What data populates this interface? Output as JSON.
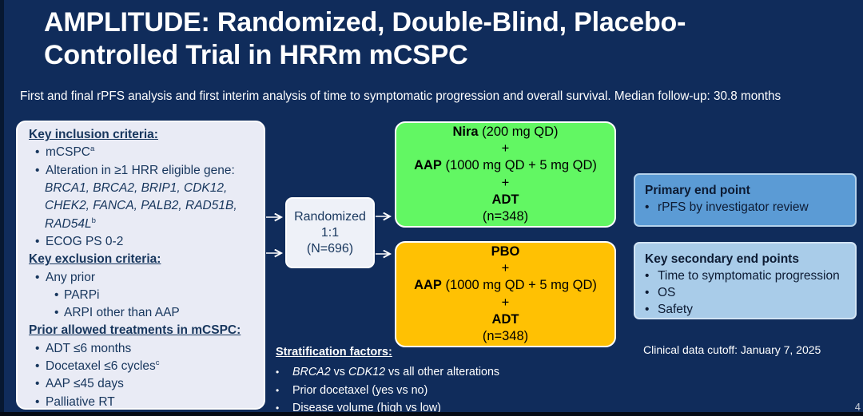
{
  "colors": {
    "background": "#102C5B",
    "criteria_box_fill": "#E9EBF5",
    "nira_box_fill": "#62F763",
    "pbo_box_fill": "#FFC103",
    "primary_box_fill": "#5B9BD5",
    "secondary_box_fill": "#A9CCE9",
    "dark_navy_text": "#17365D",
    "arrow_color": "#FFFFFF"
  },
  "header": {
    "title": "AMPLITUDE: Randomized, Double-Blind, Placebo-Controlled Trial in HRRm mCSPC",
    "subtitle": "First and final rPFS analysis and first interim analysis of time to symptomatic progression and overall survival. Median follow-up: 30.8 months"
  },
  "criteria_panel": {
    "inclusion": {
      "heading": "Key inclusion criteria:",
      "item_mcspc": {
        "text": "mCSPC",
        "sup": "a"
      },
      "item_alteration": {
        "text": "Alteration in ≥1 HRR eligible gene:",
        "genes_line1": "BRCA1, BRCA2, BRIP1, CDK12,",
        "genes_line2": "CHEK2, FANCA, PALB2, RAD51B,",
        "genes_line3": "RAD54L",
        "sup": "b"
      },
      "item_ecog": "ECOG PS 0-2"
    },
    "exclusion": {
      "heading": "Key exclusion criteria:",
      "item_any_prior": "Any prior",
      "sub_items": [
        {
          "text": "PARPi"
        },
        {
          "text": "ARPI other than AAP"
        }
      ]
    },
    "prior_allowed": {
      "heading": "Prior allowed treatments in mCSPC:",
      "items": [
        {
          "text": "ADT ≤6 months",
          "sup": ""
        },
        {
          "text": "Docetaxel ≤6 cycles",
          "sup": "c"
        },
        {
          "text": "AAP ≤45 days",
          "sup": ""
        },
        {
          "text": "Palliative RT",
          "sup": ""
        }
      ]
    }
  },
  "randomization": {
    "line1": "Randomized",
    "line2": "1:1",
    "line3": "(N=696)"
  },
  "arms": {
    "nira": {
      "drug1_bold": "Nira",
      "drug1_rest": " (200 mg QD)",
      "plus1": "+",
      "drug2_bold": "AAP",
      "drug2_rest": " (1000 mg QD + 5 mg QD)",
      "plus2": "+",
      "drug3_bold": "ADT",
      "n_label": "(n=348)"
    },
    "pbo": {
      "drug1_bold": "PBO",
      "drug1_rest": "",
      "plus1": "+",
      "drug2_bold": "AAP",
      "drug2_rest": " (1000 mg QD + 5 mg QD)",
      "plus2": "+",
      "drug3_bold": "ADT",
      "n_label": "(n=348)"
    }
  },
  "endpoints": {
    "primary": {
      "heading": "Primary end point",
      "items": [
        {
          "text": "rPFS by investigator review"
        }
      ]
    },
    "secondary": {
      "heading": "Key secondary end points",
      "items": [
        {
          "text": "Time to symptomatic progression"
        },
        {
          "text": "OS"
        },
        {
          "text": "Safety"
        }
      ]
    }
  },
  "stratification": {
    "heading": "Stratification factors:",
    "item1": {
      "gene1": "BRCA2",
      "mid": " vs ",
      "gene2": "CDK12",
      "rest": " vs all other alterations"
    },
    "item2": "Prior docetaxel (yes vs no)",
    "item3": "Disease volume (high vs low)"
  },
  "footer": {
    "data_cutoff": "Clinical data cutoff: January 7, 2025",
    "page_number": "4"
  }
}
